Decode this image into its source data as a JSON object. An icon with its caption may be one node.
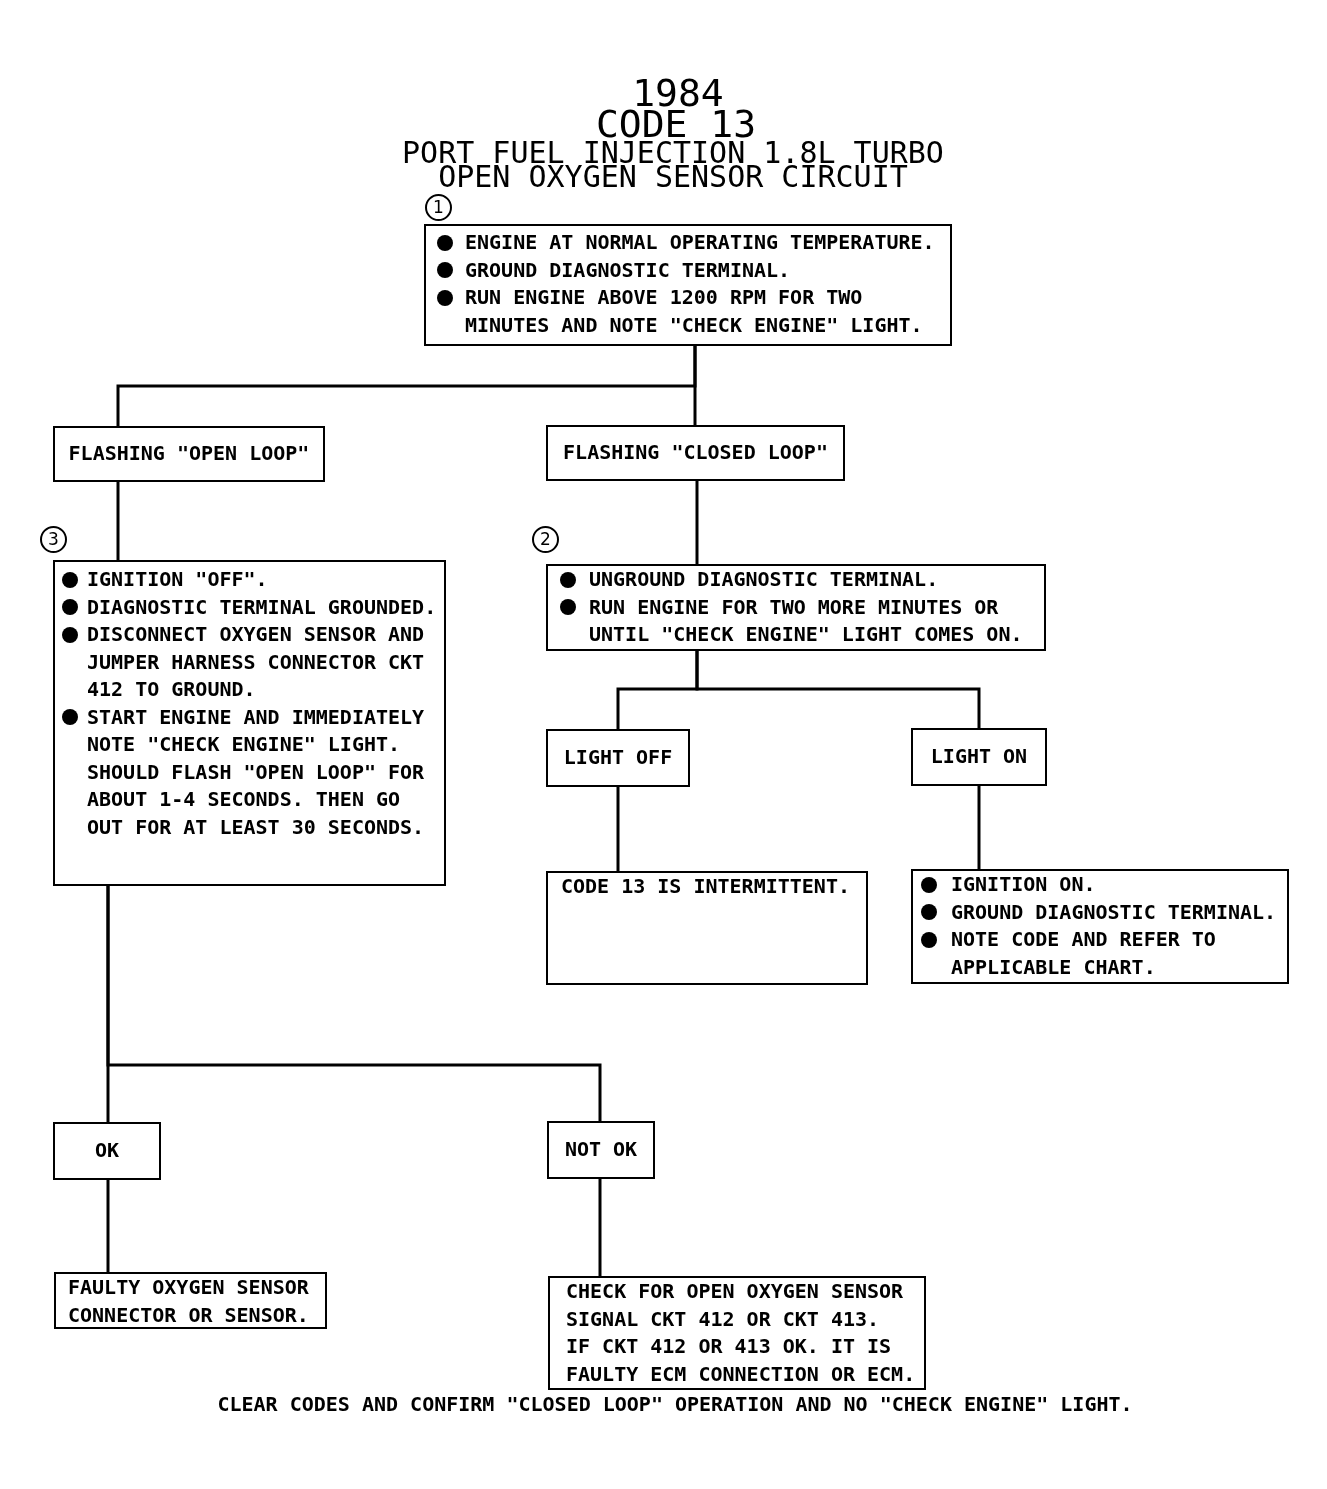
{
  "diagram": {
    "title": "PORT FUEL INJECTION 1.8L TURBO OPEN OXYGEN SENSOR CIRCUIT",
    "nodes": [
      {
        "text": [
          "ENGINE AT NORMAL OPERATING TEMPERATURE.",
          "GROUND DIAGNOSTIC TERMINAL.",
          "RUN ENGINE ABOVE 1200 RPM FOR TWO MINUTES AND NOTE \"CHECK ENGINE\" LIGHT."
        ],
        "beside": [
          "1"
        ]
      },
      {
        "text": [
          "FLASHING \"OPEN LOOP\""
        ]
      },
      {
        "text": [
          "FLASHING \"CLOSED LOOP\""
        ]
      },
      {
        "text": [
          "IGNITION \"OFF\".",
          "DIAGNOSTIC TERMINAL GROUNDED.",
          "DISCONNECT OXYGEN SENSOR AND JUMPER HARNESS CONNECTOR CKT 412 TO GROUND.",
          "START ENGINE AND IMMEDIATELY NOTE \"CHECK ENGINE\" LIGHT. SHOULD FLASH \"OPEN LOOP\" FOR ABOUT 1-4 SECONDS. THEN GO OUT FOR AT LEAST 30 SECONDS."
        ],
        "beside": [
          "3"
        ]
      },
      {
        "text": [
          "UNGROUND DIAGNOSTIC TERMINAL.",
          "RUN ENGINE FOR TWO MORE MINUTES OR UNTIL \"CHECK ENGINE\" LIGHT COMES ON."
        ],
        "beside": [
          "2"
        ]
      },
      {
        "text": [
          "LIGHT OFF"
        ]
      },
      {
        "text": [
          "LIGHT ON"
        ]
      },
      {
        "text": [
          "CODE 13 IS INTERMITTENT."
        ]
      },
      {
        "text": [
          "IGNITION ON.",
          "GROUND DIAGNOSTIC TERMINAL.",
          "NOTE CODE AND REFER TO APPLICABLE CHART."
        ]
      },
      {
        "text": [
          "OK"
        ]
      },
      {
        "text": [
          "NOT OK"
        ]
      },
      {
        "text": [
          "FAULTY OXYGEN SENSOR CONNECTOR OR SENSOR."
        ]
      },
      {
        "text": [
          "CHECK FOR OPEN OXYGEN SENSOR SIGNAL CKT 412 OR CKT 413.",
          "IF CKT 412 OR 413 OK. IT IS FAULTY ECM CONNECTION OR ECM."
        ]
      }
    ],
    "edges": [
      {
        "from": 0,
        "to": 1,
        "arrow": "none"
      },
      {
        "from": 0,
        "to": 2,
        "arrow": "none"
      },
      {
        "from": 1,
        "to": 3,
        "arrow": "none"
      },
      {
        "from": 2,
        "to": 4,
        "arrow": "none"
      },
      {
        "from": 4,
        "to": 5,
        "arrow": "none"
      },
      {
        "from": 4,
        "to": 6,
        "arrow": "none"
      },
      {
        "from": 5,
        "to": 7,
        "arrow": "none"
      },
      {
        "from": 6,
        "to": 8,
        "arrow": "none"
      },
      {
        "from": 3,
        "to": 9,
        "arrow": "none"
      },
      {
        "from": 3,
        "to": 10,
        "arrow": "none"
      },
      {
        "from": 9,
        "to": 11,
        "arrow": "none"
      },
      {
        "from": 10,
        "to": 12,
        "arrow": "none"
      }
    ],
    "labels": [
      "1984",
      "CODE 13",
      "CLEAR CODES AND CONFIRM \"CLOSED LOOP\" OPERATION AND NO \"CHECK ENGINE\" LIGHT."
    ]
  }
}
